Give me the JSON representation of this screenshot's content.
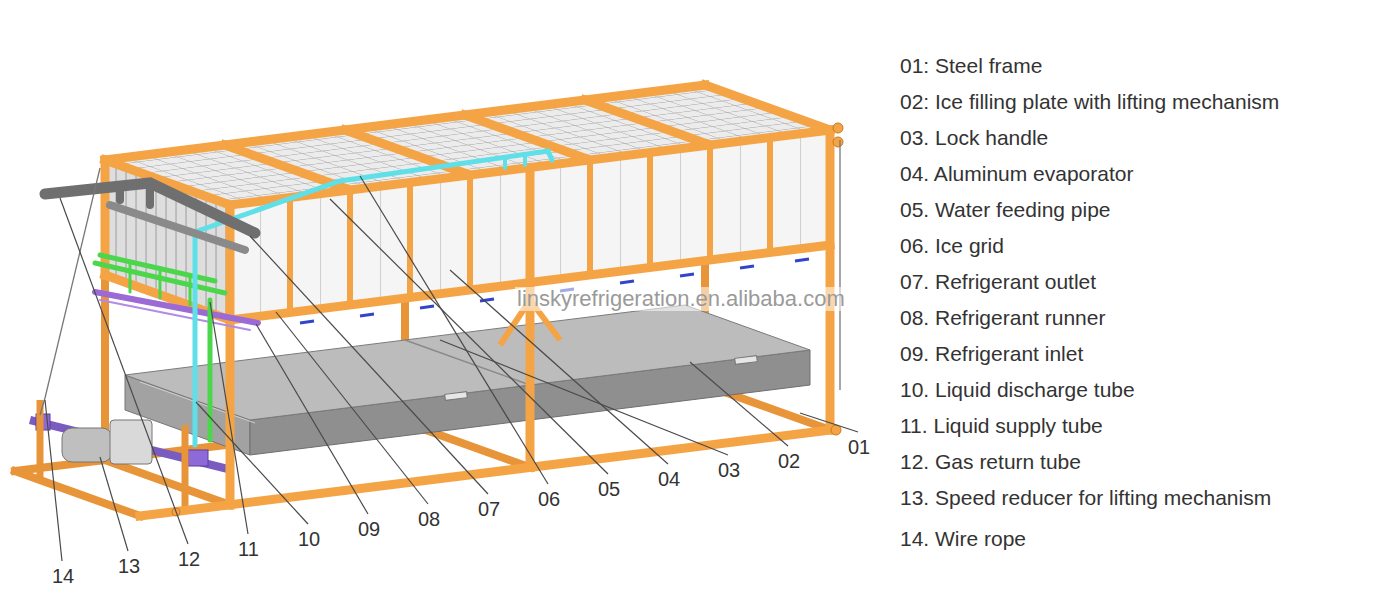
{
  "diagram": {
    "labels": [
      "14",
      "13",
      "12",
      "11",
      "10",
      "09",
      "08",
      "07",
      "06",
      "05",
      "04",
      "03",
      "02",
      "01",
      "linskyrefrigeration.en.alibaba.com",
      "01: Steel frame",
      "02: Ice filling plate with lifting mechanism",
      "03. Lock handle",
      "04. Aluminum evaporator",
      "05. Water feeding pipe",
      "06. Ice grid",
      "07. Refrigerant outlet",
      "08. Refrigerant runner",
      "09. Refrigerant inlet",
      "10. Liquid discharge tube",
      "11. Liquid supply tube",
      "12. Gas return tube",
      "13. Speed reducer for lifting mechanism",
      "14. Wire rope"
    ]
  }
}
